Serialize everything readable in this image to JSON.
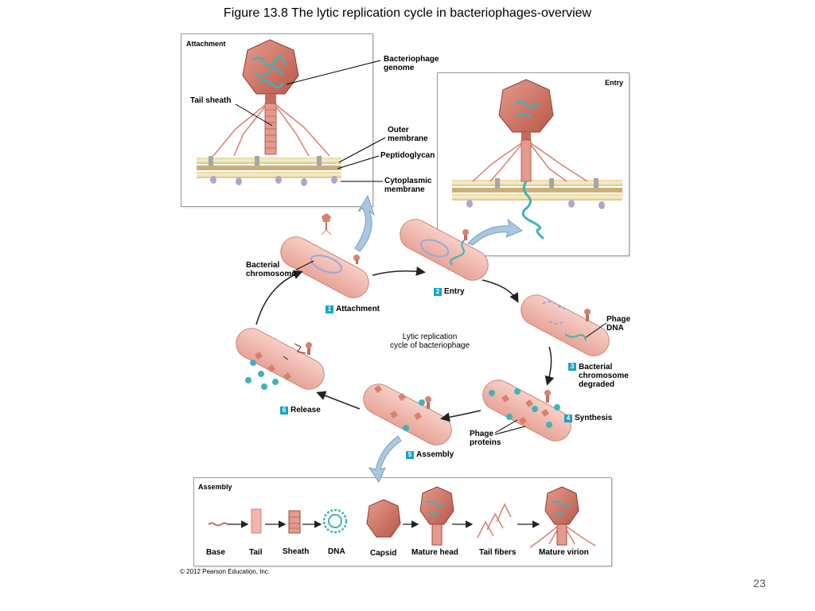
{
  "title": "Figure 13.8 The lytic replication cycle in bacteriophages-overview",
  "attachment_panel": {
    "heading": "Attachment",
    "labels": {
      "genome": "Bacteriophage\ngenome",
      "tail_sheath": "Tail sheath",
      "outer_membrane": "Outer\nmembrane",
      "peptidoglycan": "Peptidoglycan",
      "cytoplasmic_membrane": "Cytoplasmic\nmembrane"
    }
  },
  "entry_panel": {
    "heading": "Entry"
  },
  "cycle": {
    "center_label": "Lytic replication\ncycle of bacteriophage",
    "bacterial_chromosome": "Bacterial\nchromosome",
    "phage_dna": "Phage\nDNA",
    "phage_proteins": "Phage\nproteins",
    "steps": [
      {
        "num": "1",
        "label": "Attachment"
      },
      {
        "num": "2",
        "label": "Entry"
      },
      {
        "num": "3",
        "label": "Bacterial\nchromosome\ndegraded"
      },
      {
        "num": "4",
        "label": "Synthesis"
      },
      {
        "num": "5",
        "label": "Assembly"
      },
      {
        "num": "6",
        "label": "Release"
      }
    ]
  },
  "assembly_panel": {
    "heading": "Assembly",
    "items": [
      "Base",
      "Tail",
      "Sheath",
      "DNA",
      "Capsid",
      "Mature head",
      "Tail fibers",
      "Mature virion"
    ]
  },
  "copyright": "© 2012 Pearson Education, Inc.",
  "page_number": "23",
  "colors": {
    "cell_fill": "#f2b7ad",
    "cell_stroke": "#c9857b",
    "phage": "#d88072",
    "dna": "#3fb3b6",
    "step_badge": "#1aa3c4",
    "arrow_blue": "#9fbfd8",
    "membrane_yellow": "#e8d58a"
  }
}
